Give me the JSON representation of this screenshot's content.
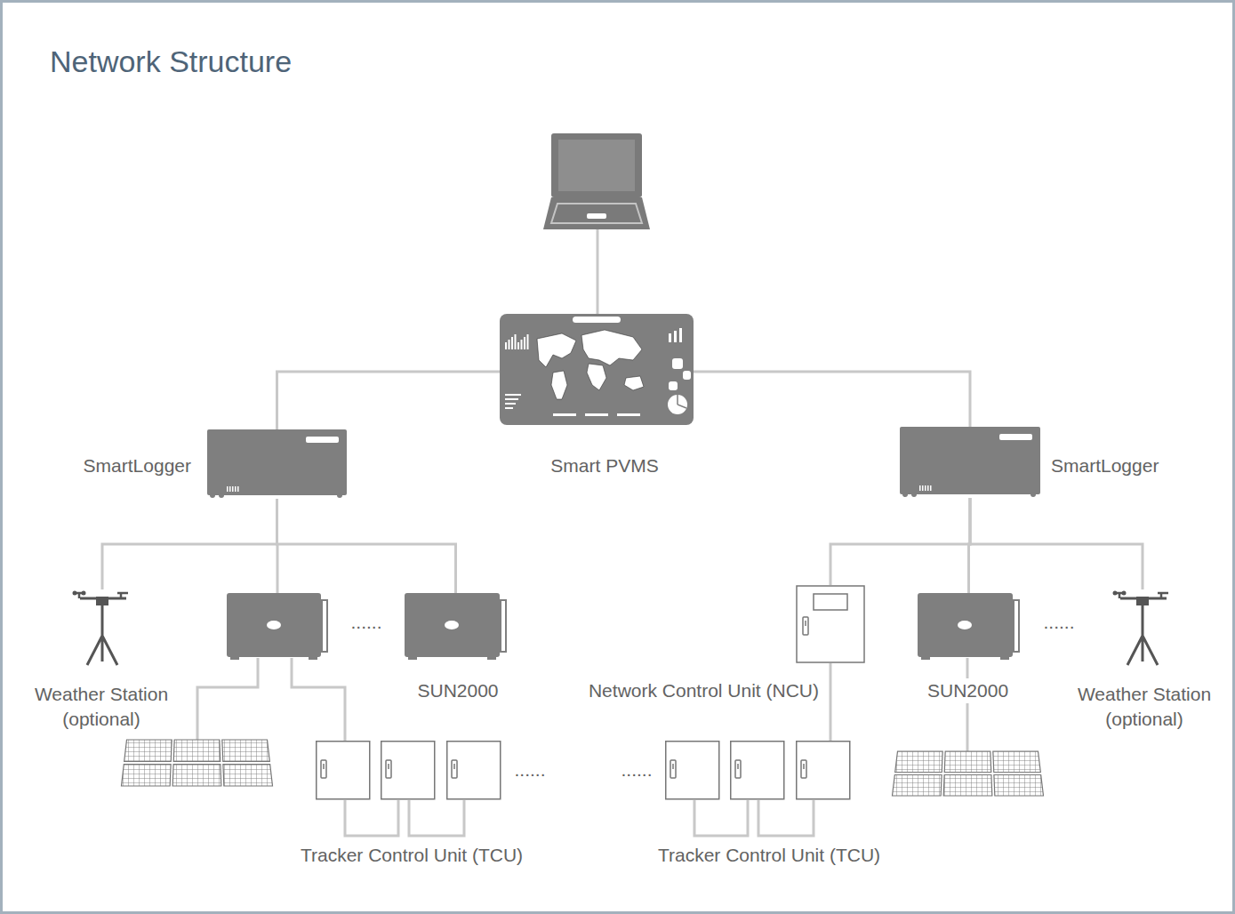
{
  "diagram": {
    "title": "Network Structure",
    "nodes": [
      {
        "text": [
          "Smart PVMS"
        ]
      },
      {
        "text": [
          "SmartLogger"
        ]
      },
      {
        "text": [
          "SmartLogger"
        ]
      },
      {
        "text": [
          "Weather Station (optional)"
        ]
      },
      {
        "text": [
          "SUN2000"
        ]
      },
      {
        "text": [
          "Network Control Unit (NCU)"
        ]
      },
      {
        "text": [
          "SUN2000"
        ]
      },
      {
        "text": [
          "Weather Station (optional)"
        ]
      },
      {
        "text": [
          "Tracker Control Unit (TCU)"
        ]
      },
      {
        "text": [
          "Tracker Control Unit (TCU)"
        ]
      }
    ],
    "edges": [
      {
        "from": 0,
        "to": 1,
        "arrow": "none"
      },
      {
        "from": 0,
        "to": 2,
        "arrow": "none"
      },
      {
        "from": 1,
        "to": 3,
        "arrow": "none"
      },
      {
        "from": 1,
        "to": 4,
        "arrow": "none"
      },
      {
        "from": 2,
        "to": 5,
        "arrow": "none"
      },
      {
        "from": 2,
        "to": 6,
        "arrow": "none"
      },
      {
        "from": 2,
        "to": 7,
        "arrow": "none"
      },
      {
        "from": 5,
        "to": 9,
        "arrow": "none"
      }
    ],
    "labels": [
      "......",
      "......",
      "......",
      "......"
    ]
  }
}
